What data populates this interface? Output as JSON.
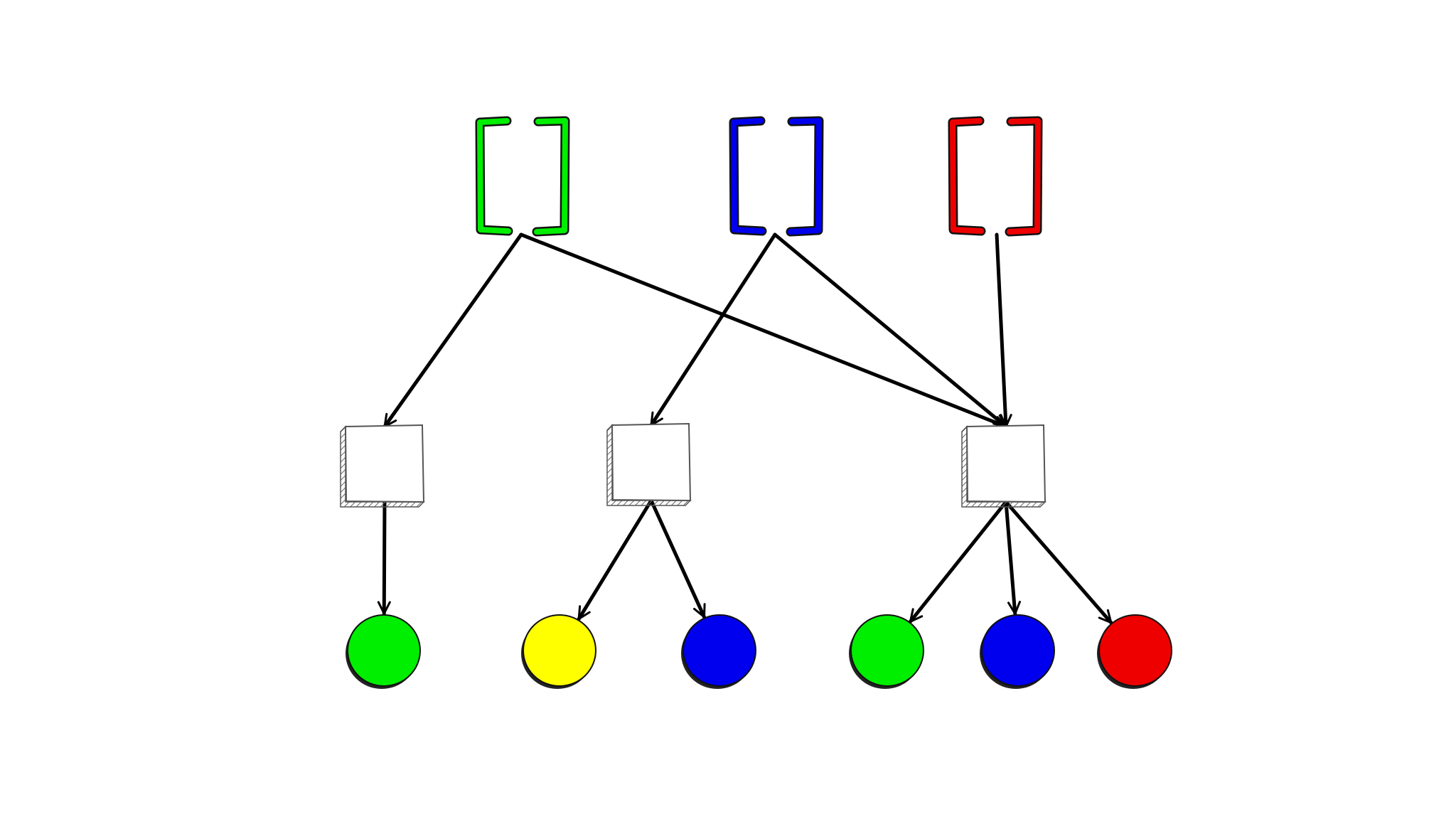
{
  "diagram": {
    "background_color": "#ffffff",
    "edge_color": "#000000",
    "colors": {
      "green": "#00ee00",
      "blue": "#0000ee",
      "red": "#ee0000",
      "yellow": "#ffff00"
    },
    "brackets": [
      {
        "id": "bracket-green",
        "color": "green"
      },
      {
        "id": "bracket-blue",
        "color": "blue"
      },
      {
        "id": "bracket-red",
        "color": "red"
      }
    ],
    "boxes": [
      {
        "id": "box-1"
      },
      {
        "id": "box-2"
      },
      {
        "id": "box-3"
      }
    ],
    "circles": [
      {
        "id": "circle-green-1",
        "color": "green"
      },
      {
        "id": "circle-yellow",
        "color": "yellow"
      },
      {
        "id": "circle-blue-1",
        "color": "blue"
      },
      {
        "id": "circle-green-2",
        "color": "green"
      },
      {
        "id": "circle-blue-2",
        "color": "blue"
      },
      {
        "id": "circle-red",
        "color": "red"
      }
    ],
    "edges": [
      {
        "from": "bracket-green",
        "to": "box-1"
      },
      {
        "from": "bracket-green",
        "to": "box-3"
      },
      {
        "from": "bracket-blue",
        "to": "box-2"
      },
      {
        "from": "bracket-blue",
        "to": "box-3"
      },
      {
        "from": "bracket-red",
        "to": "box-3"
      },
      {
        "from": "box-1",
        "to": "circle-green-1"
      },
      {
        "from": "box-2",
        "to": "circle-yellow"
      },
      {
        "from": "box-2",
        "to": "circle-blue-1"
      },
      {
        "from": "box-3",
        "to": "circle-green-2"
      },
      {
        "from": "box-3",
        "to": "circle-blue-2"
      },
      {
        "from": "box-3",
        "to": "circle-red"
      }
    ]
  }
}
